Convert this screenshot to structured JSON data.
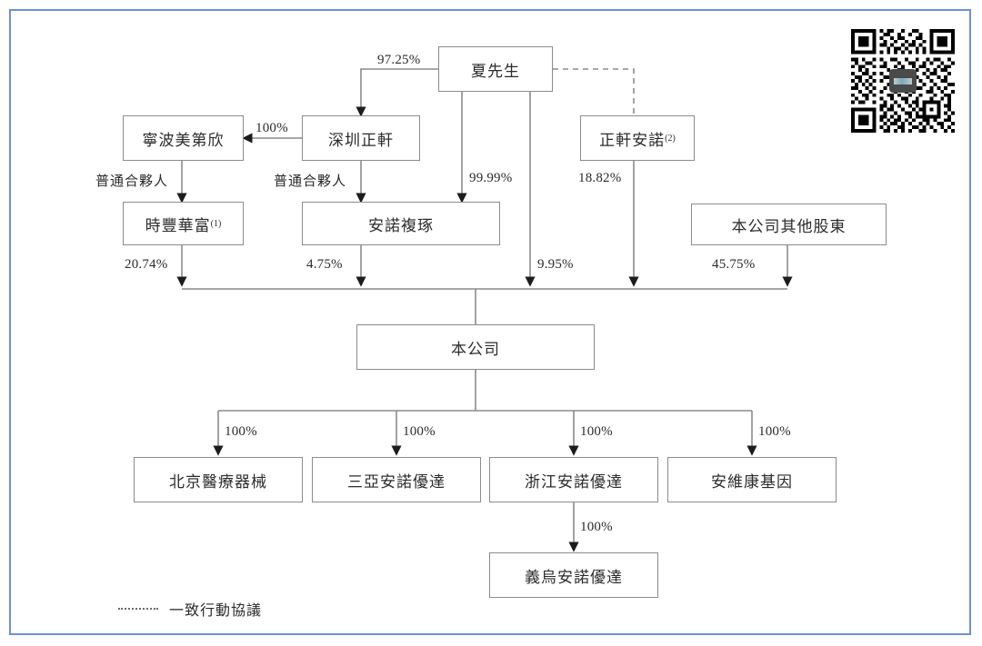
{
  "page": {
    "frame_color": "#6f8fd8",
    "background": "#ffffff",
    "box_border_color": "#8c8c8c",
    "line_color": "#8c8c8c",
    "text_color": "#2b2b2b"
  },
  "nodes": {
    "mr_xia": {
      "label": "夏先生"
    },
    "ningbo_meidixin": {
      "label": "寧波美第欣"
    },
    "shenzhen_zhengxuan": {
      "label": "深圳正軒"
    },
    "zhengxuan_annuo": {
      "label": "正軒安諾",
      "sup": "(2)"
    },
    "shifeng_huafu": {
      "label": "時豐華富",
      "sup": "(1)"
    },
    "annuo_fuzhuo": {
      "label": "安諾複琢"
    },
    "other_shareholders": {
      "label": "本公司其他股東"
    },
    "company": {
      "label": "本公司"
    },
    "beijing_medical_device": {
      "label": "北京醫療器械"
    },
    "sanya_annuo_youda": {
      "label": "三亞安諾優達"
    },
    "zhejiang_annuo_youda": {
      "label": "浙江安諾優達"
    },
    "anwei_kang_gene": {
      "label": "安維康基因"
    },
    "yiwu_annuo_youda": {
      "label": "義烏安諾優達"
    }
  },
  "edge_labels": {
    "xia_to_shenzhen": "97.25%",
    "shenzhen_to_ningbo": "100%",
    "ningbo_to_shifeng": "普通合夥人",
    "shenzhen_to_annuo": "普通合夥人",
    "xia_to_annuo": "99.99%",
    "zhengxuan_annuo_to_company": "18.82%",
    "shifeng_to_company": "20.74%",
    "annuo_to_company": "4.75%",
    "xia_to_company": "9.95%",
    "others_to_company": "45.75%",
    "company_to_beijing": "100%",
    "company_to_sanya": "100%",
    "company_to_zhejiang": "100%",
    "company_to_anwei": "100%",
    "zhejiang_to_yiwu": "100%"
  },
  "legend": {
    "dash_icon": "dotted-line-icon",
    "text": "一致行動協議"
  },
  "qr": {
    "icon": "qr-code-icon",
    "center_logo": "brand-logo-badge"
  }
}
